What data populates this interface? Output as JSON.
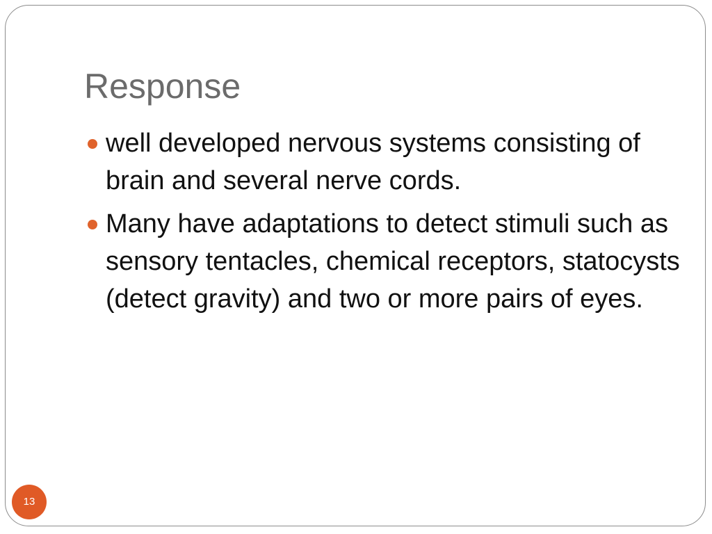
{
  "slide": {
    "title": "Response",
    "bullets": [
      {
        "text": "well developed nervous systems consisting of brain and several nerve cords."
      },
      {
        "text": "Many have adaptations to detect stimuli such as sensory tentacles, chemical receptors, statocysts (detect gravity) and two or more pairs of eyes."
      }
    ],
    "page_number": "13"
  },
  "colors": {
    "accent": "#e05a26",
    "title": "#6b6b6b",
    "border": "#8c8c8c"
  }
}
